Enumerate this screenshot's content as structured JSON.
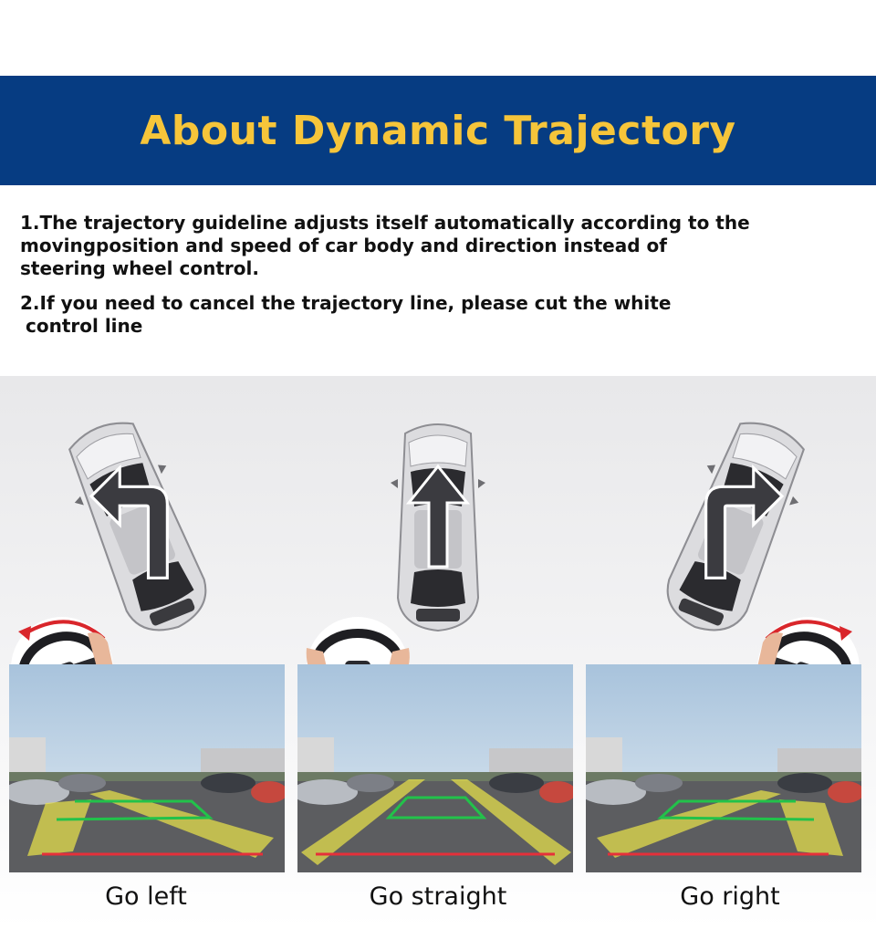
{
  "header": {
    "title": "About Dynamic Trajectory"
  },
  "description": {
    "point1_line1": "1.The trajectory guideline adjusts itself automatically according to the",
    "point1_line2": "movingposition and speed of car body and direction instead of",
    "point1_line3": "steering wheel control.",
    "point2_line1": "2.If you need to cancel the trajectory line, please cut the white",
    "point2_line2": "control line"
  },
  "panels": [
    {
      "caption": "Go left",
      "direction": "left"
    },
    {
      "caption": "Go straight",
      "direction": "straight"
    },
    {
      "caption": "Go right",
      "direction": "right"
    }
  ],
  "colors": {
    "banner_bg": "#063c82",
    "banner_text": "#f6c53a",
    "trajectory_yellow": "#e9e24a",
    "guide_green": "#22c24a",
    "guide_red": "#e5303a",
    "rotation_arrow_red": "#d9262b"
  },
  "icons": [
    "car-icon",
    "turn-arrow-icon",
    "steering-wheel-icon",
    "rotation-arrow-icon"
  ]
}
